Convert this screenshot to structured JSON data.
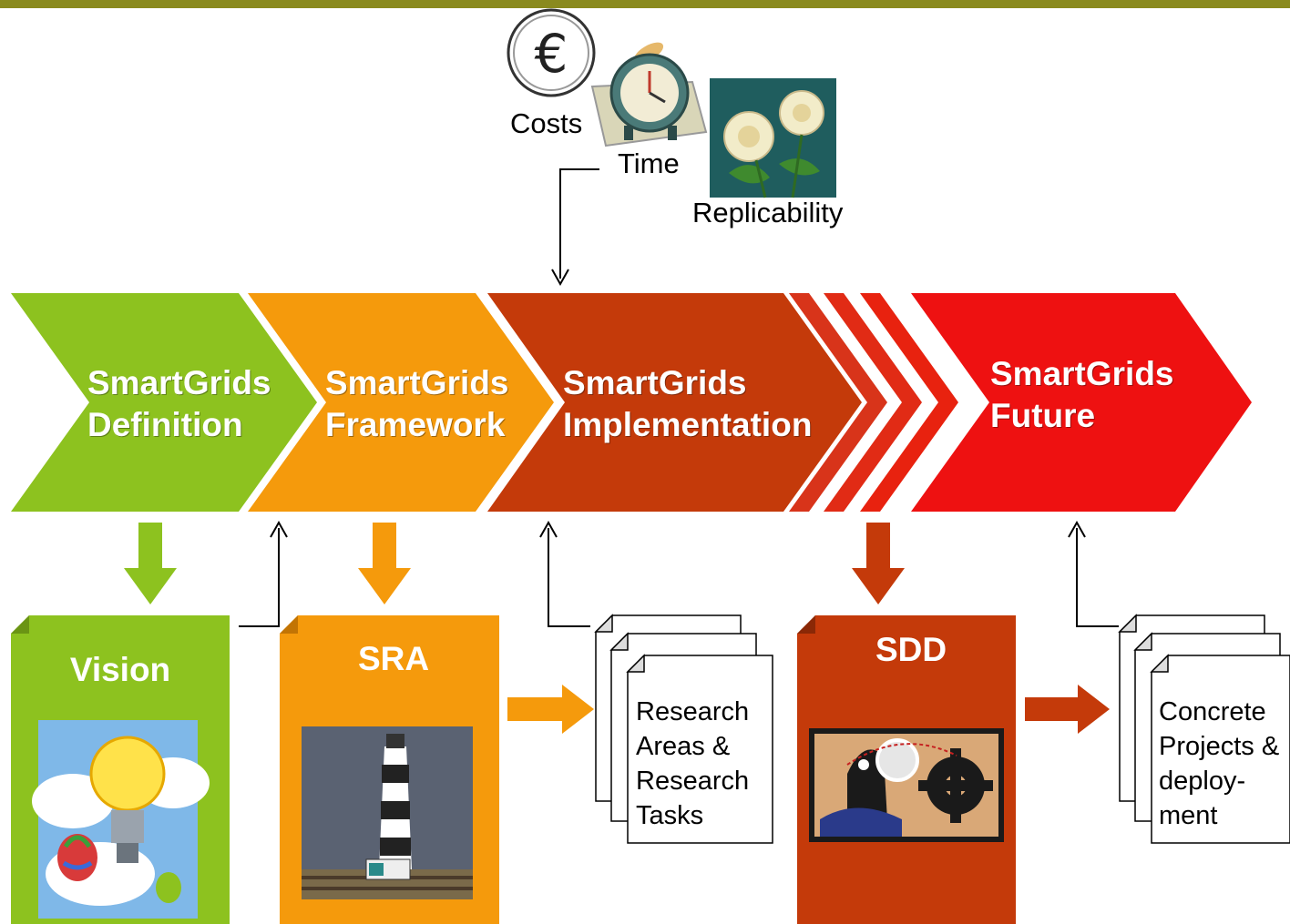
{
  "factors": {
    "costs": "Costs",
    "time": "Time",
    "replicability": "Replicability"
  },
  "stages": [
    {
      "line1": "SmartGrids",
      "line2": "Definition",
      "color": "#8dc21f"
    },
    {
      "line1": "SmartGrids",
      "line2": "Framework",
      "color": "#f59a0c"
    },
    {
      "line1": "SmartGrids",
      "line2": "Implementation",
      "color": "#c43a0a"
    },
    {
      "line1": "SmartGrids",
      "line2": "Future",
      "color": "#ee1111"
    }
  ],
  "documents": {
    "vision": "Vision",
    "sra": "SRA",
    "sdd": "SDD"
  },
  "stacks": {
    "research": [
      "Research",
      "Areas &",
      "Research",
      "Tasks"
    ],
    "projects": [
      "Concrete",
      "Projects &",
      "deploy-",
      "ment"
    ]
  },
  "colors": {
    "green": "#8dc21f",
    "orange": "#f59a0c",
    "darkred": "#c43a0a",
    "red": "#ee1111",
    "topbar": "#8a8a1e"
  }
}
